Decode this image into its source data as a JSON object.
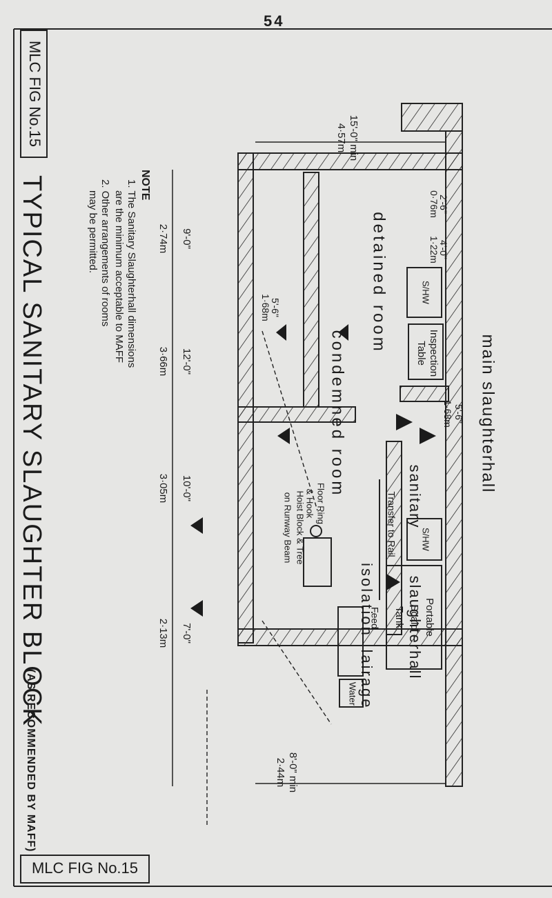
{
  "page_number": "54",
  "fig_label": "MLC FIG No.15",
  "title": "TYPICAL SANITARY SLAUGHTER BLOCK",
  "title_note": "(AS RECOMMENDED BY MAFF)",
  "rooms": {
    "main_hall": "main  slaughterhall",
    "detained": "detained  room",
    "condemned": "condemned  room",
    "sanitary": "sanitary",
    "slaughterhall": "slaughterhall",
    "isolation": "isolation",
    "lairage": "lairage"
  },
  "equipment": {
    "inspection_table": "Inspection",
    "inspection_table_2": "Table",
    "shw_1": "S/HW",
    "shw_2": "S/HW",
    "portable": "Portable",
    "scald": "Scald",
    "tank": "Tank",
    "feed": "Feed",
    "water": "Water",
    "transfer": "Transfer  to Rail",
    "floor_ring": "Floor Ring",
    "hook": "& Hook",
    "hoist": "Hoist  Block & Tree",
    "runway": "on Runway Beam"
  },
  "dims": {
    "d15_ft": "15'-0\" min",
    "d15_m": "4·57m",
    "d2_ft": "2'-6\"",
    "d2_m": "0·76m",
    "d4_ft": "4'-0\"",
    "d4_m": "1·22m",
    "d5a_ft": "5'-6\"",
    "d5a_m": "1·68m",
    "d5b_ft": "5'-6\"",
    "d5b_m": "1·68m",
    "d9_ft": "9'-0\"",
    "d9_m": "2·74m",
    "d12_ft": "12'-0\"",
    "d12_m": "3·66m",
    "d10_ft": "10'-0\"",
    "d10_m": "3·05m",
    "d7_ft": "7'-0\"",
    "d7_m": "2·13m",
    "d8_ft": "8'-0\" min",
    "d8_m": "2·44m"
  },
  "note": {
    "heading": "NOTE",
    "line1": "1. The Sanitary Slaughterhall dimensions",
    "line2": "are  the minimum  acceptable  to MAFF",
    "line3": "2. Other  arrangements of rooms",
    "line4": "may  be  permitted."
  }
}
